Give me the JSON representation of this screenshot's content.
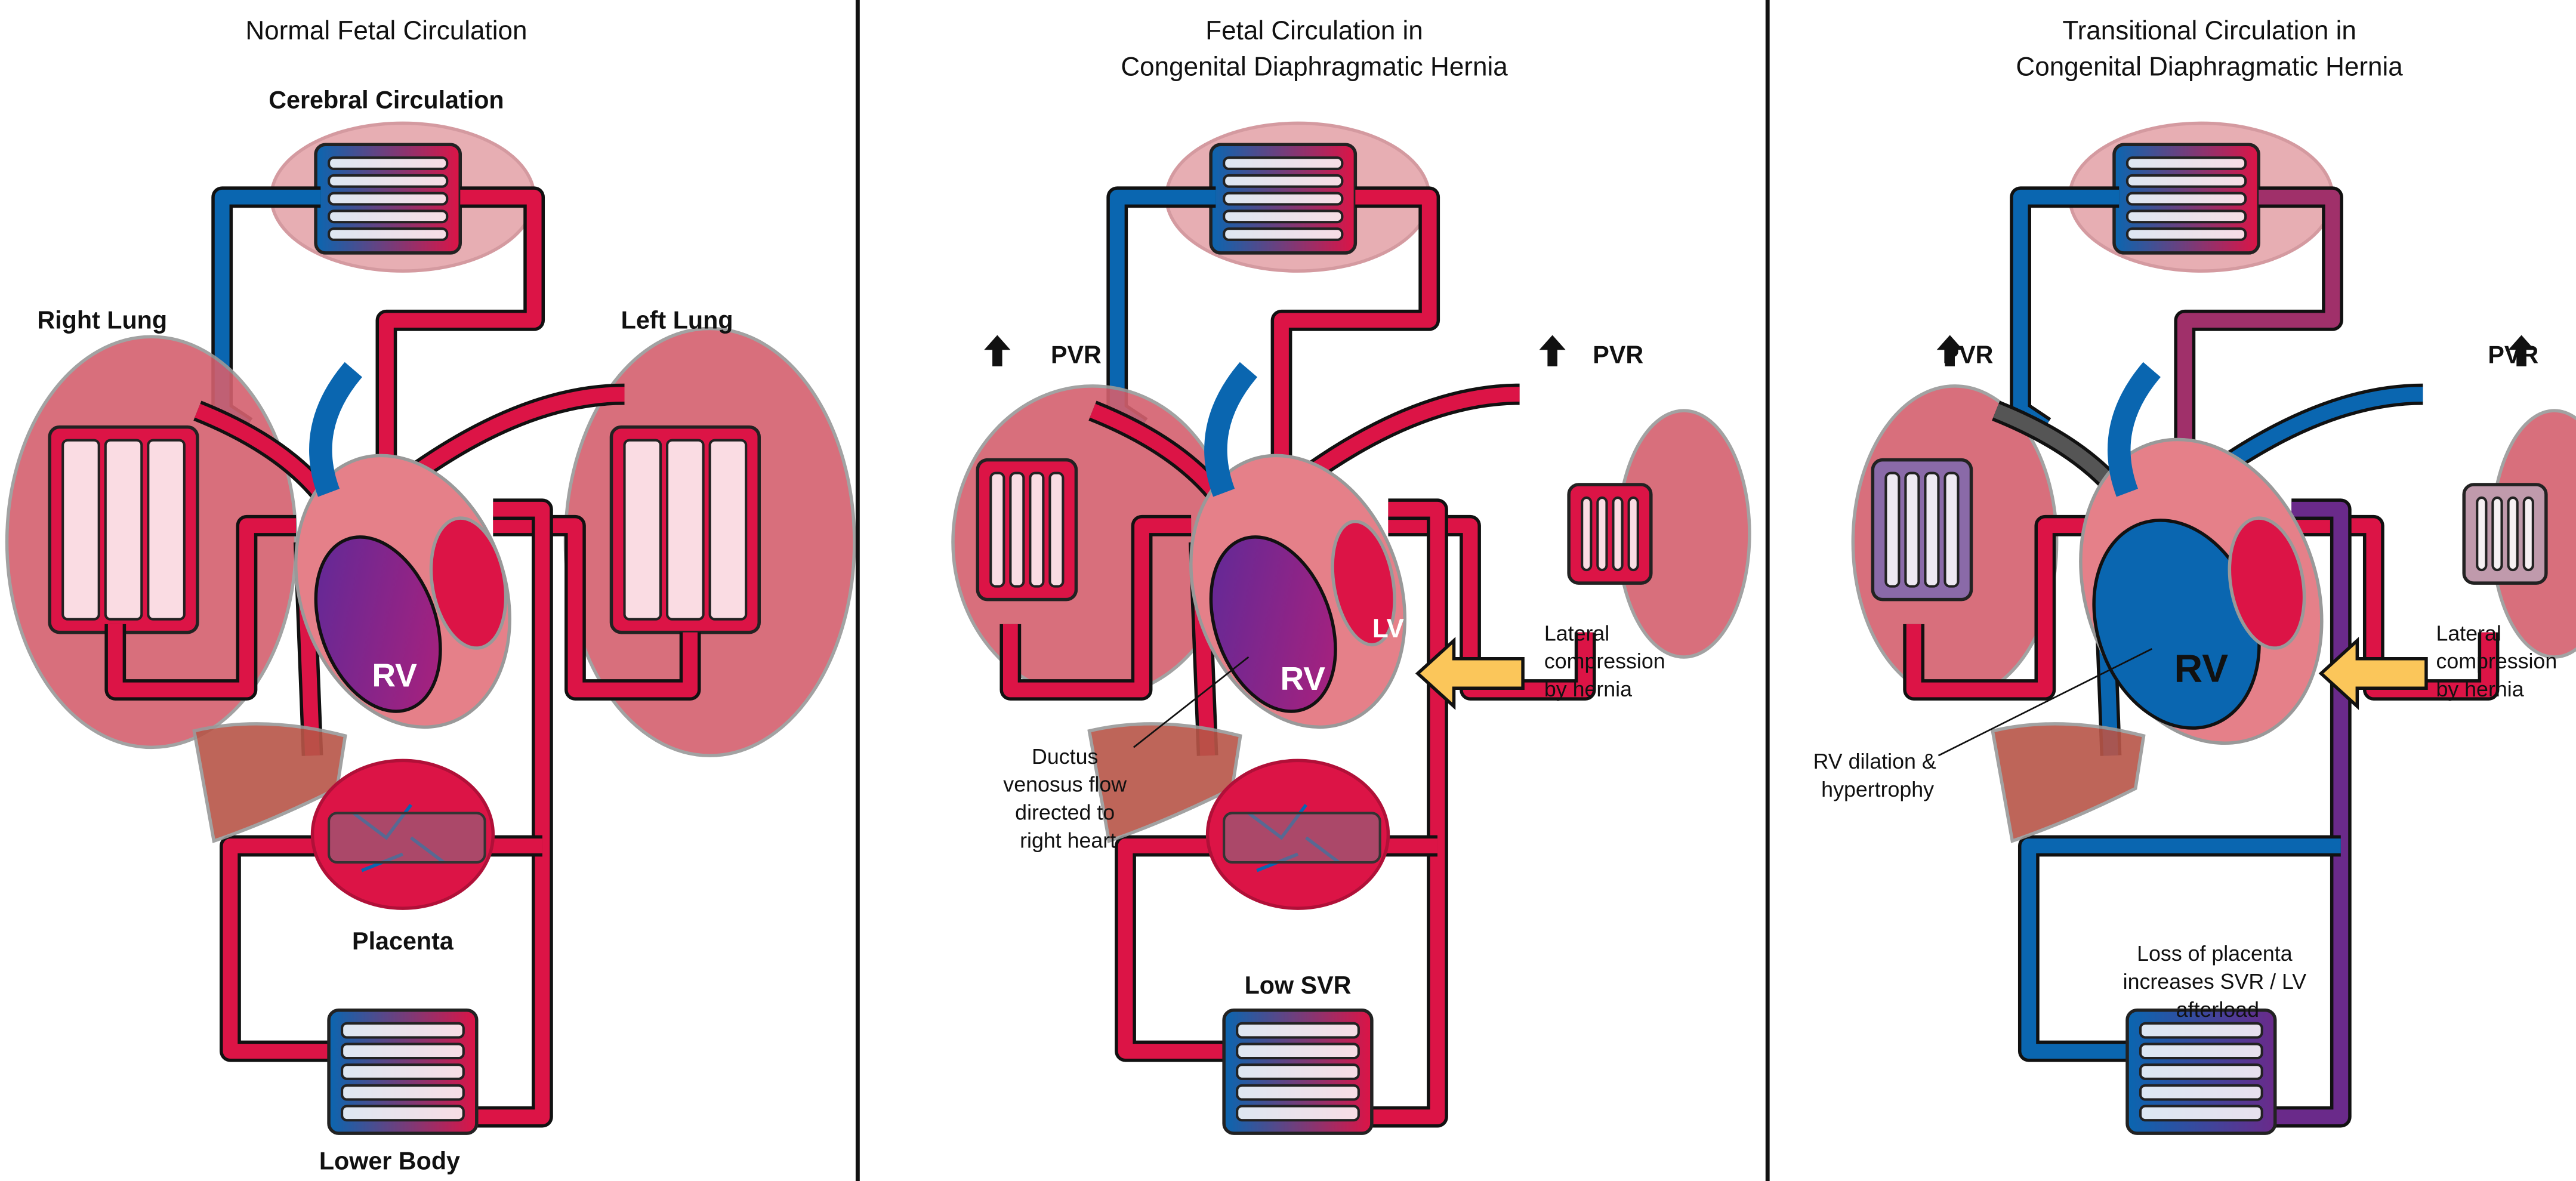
{
  "panels": [
    {
      "title": [
        "Normal Fetal Circulation"
      ],
      "labels": {
        "cerebral": "Cerebral Circulation",
        "right_lung": "Right Lung",
        "left_lung": "Left Lung",
        "rv": "RV",
        "placenta": "Placenta",
        "lower_body": "Lower Body"
      }
    },
    {
      "title": [
        "Fetal Circulation in",
        "Congenital Diaphragmatic Hernia"
      ],
      "labels": {
        "pvr_left": "PVR",
        "pvr_right": "PVR",
        "rv": "RV",
        "lv": "LV",
        "low_svr": "Low SVR"
      },
      "notes": {
        "compression": [
          "Lateral",
          "compression",
          "by hernia"
        ],
        "ductus": [
          "Ductus",
          "venosus flow",
          "directed to",
          "right heart"
        ]
      }
    },
    {
      "title": [
        "Transitional Circulation in",
        "Congenital Diaphragmatic Hernia"
      ],
      "labels": {
        "pvr_left": "PVR",
        "pvr_right": "PVR",
        "rv": "RV"
      },
      "notes": {
        "compression": [
          "Lateral",
          "compression",
          "by hernia"
        ],
        "rv_dilation": [
          "RV dilation &",
          "hypertrophy"
        ],
        "placenta_loss": [
          "Loss of placenta",
          "increases SVR / LV",
          "afterload"
        ]
      }
    }
  ],
  "colors": {
    "oxygenated": "#dc1446",
    "deoxygenated": "#0a66b0",
    "mixed": "#6a2a8a",
    "lung": "#d4606e",
    "liver": "#b85548",
    "arrow": "#fbc65a",
    "heart_wall": "#e58089"
  }
}
